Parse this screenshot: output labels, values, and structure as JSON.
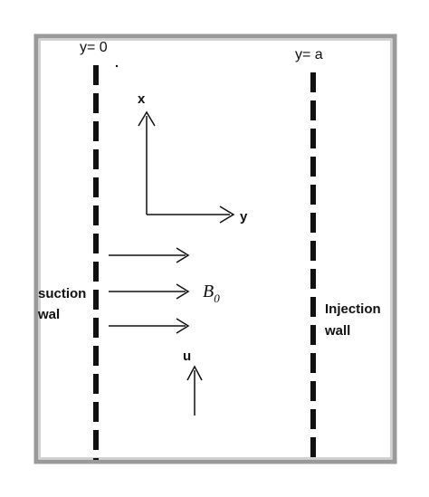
{
  "labels": {
    "left_wall_position": "y= 0",
    "right_wall_position": "y= a",
    "axis_x": "x",
    "axis_y": "y",
    "field_symbol": "B",
    "field_subscript": "0",
    "velocity": "u",
    "suction_line1": "suction",
    "suction_line2": "wal",
    "injection_line1": "Injection",
    "injection_line2": "wall"
  },
  "colors": {
    "background": "#ffffff",
    "frame_outer": "#9a9a9a",
    "frame_inner": "#c6c6c6",
    "ink": "#111111"
  }
}
